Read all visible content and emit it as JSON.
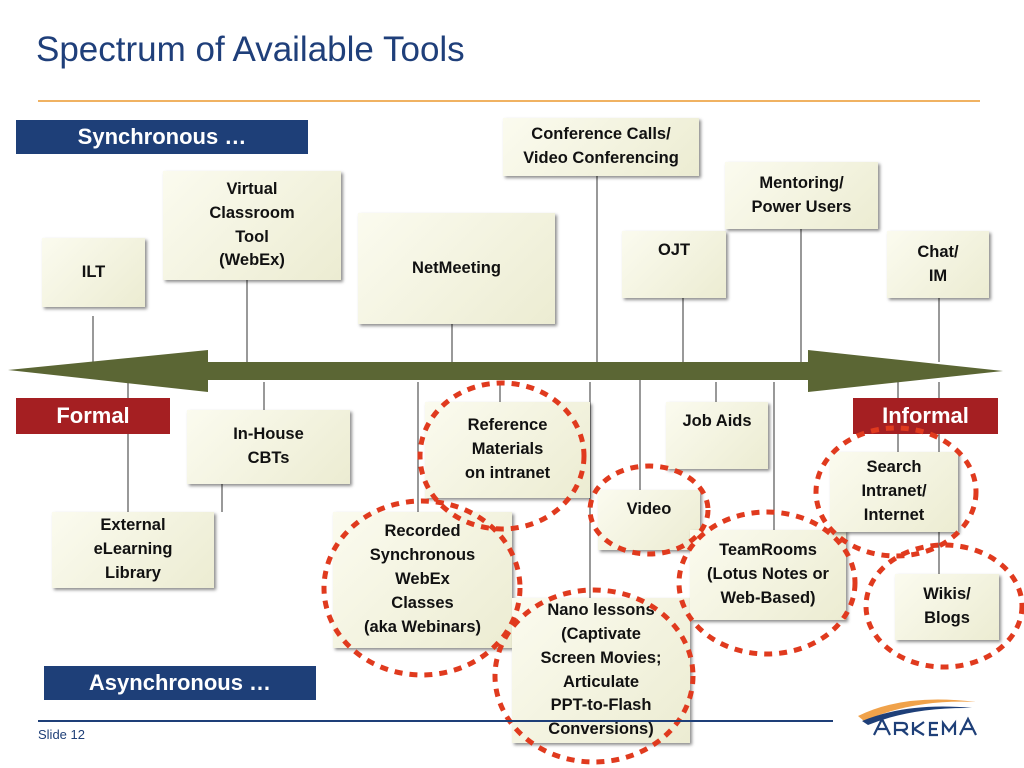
{
  "slide": {
    "title": "Spectrum of Available Tools",
    "footer": "Slide 12",
    "logo_text": "ARKEMA"
  },
  "bands": {
    "synchronous": "Synchronous …",
    "asynchronous": "Asynchronous …",
    "formal": "Formal",
    "informal": "Informal"
  },
  "top_tools": [
    "ILT",
    "Virtual\nClassroom\nTool\n(WebEx)",
    "NetMeeting",
    "Conference Calls/\nVideo Conferencing",
    "OJT",
    "Mentoring/\nPower Users",
    "Chat/\nIM"
  ],
  "bottom_tools": [
    "External\neLearning\nLibrary",
    "In-House\nCBTs",
    "Recorded\nSynchronous\nWebEx\nClasses\n(aka Webinars)",
    "Reference\nMaterials\non intranet",
    "Nano lessons\n(Captivate\nScreen Movies;\nArticulate\nPPT-to-Flash\nConversions)",
    "Video",
    "Job Aids",
    "TeamRooms\n(Lotus Notes or\nWeb-Based)",
    "Search\nIntranet/\nInternet",
    "Wikis/\nBlogs"
  ],
  "colors": {
    "title": "#1f3f7a",
    "navy": "#1e3f78",
    "red": "#a51f22",
    "arrow": "#5b6634",
    "accent_rule": "#f0b262",
    "dotted_circle": "#e03a1e"
  }
}
